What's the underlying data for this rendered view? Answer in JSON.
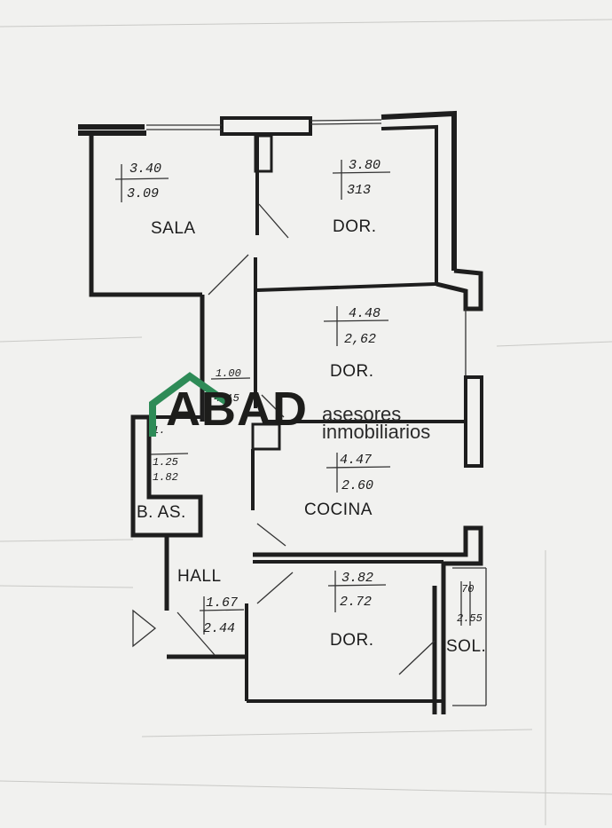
{
  "rooms": {
    "sala": {
      "name": "SALA",
      "dim_a": "3.40",
      "dim_b": "3.09"
    },
    "dor1": {
      "name": "DOR.",
      "dim_a": "3.80",
      "dim_b": "313"
    },
    "dor2": {
      "name": "DOR.",
      "dim_a": "4.48",
      "dim_b": "2,62"
    },
    "pasillo": {
      "dim_a": "1.00",
      "dim_b": "4.15"
    },
    "bano": {
      "name": "B. AS.",
      "dim_a": "1.25",
      "dim_b": "1.82",
      "dim_top": "1."
    },
    "cocina": {
      "name": "COCINA",
      "dim_a": "4.47",
      "dim_b": "2.60"
    },
    "hall": {
      "name": "HALL",
      "dim_a": "1.67",
      "dim_b": "2.44"
    },
    "dor3": {
      "name": "DOR.",
      "dim_a": "3.82",
      "dim_b": "2.72"
    },
    "sol": {
      "name": "SOL.",
      "dim_a": "70",
      "dim_b": "2.55"
    }
  },
  "logo": {
    "brand": "ABAD",
    "tagline_1": "asesores",
    "tagline_2": "inmobiliarios",
    "accent_color": "#2e8b57"
  }
}
